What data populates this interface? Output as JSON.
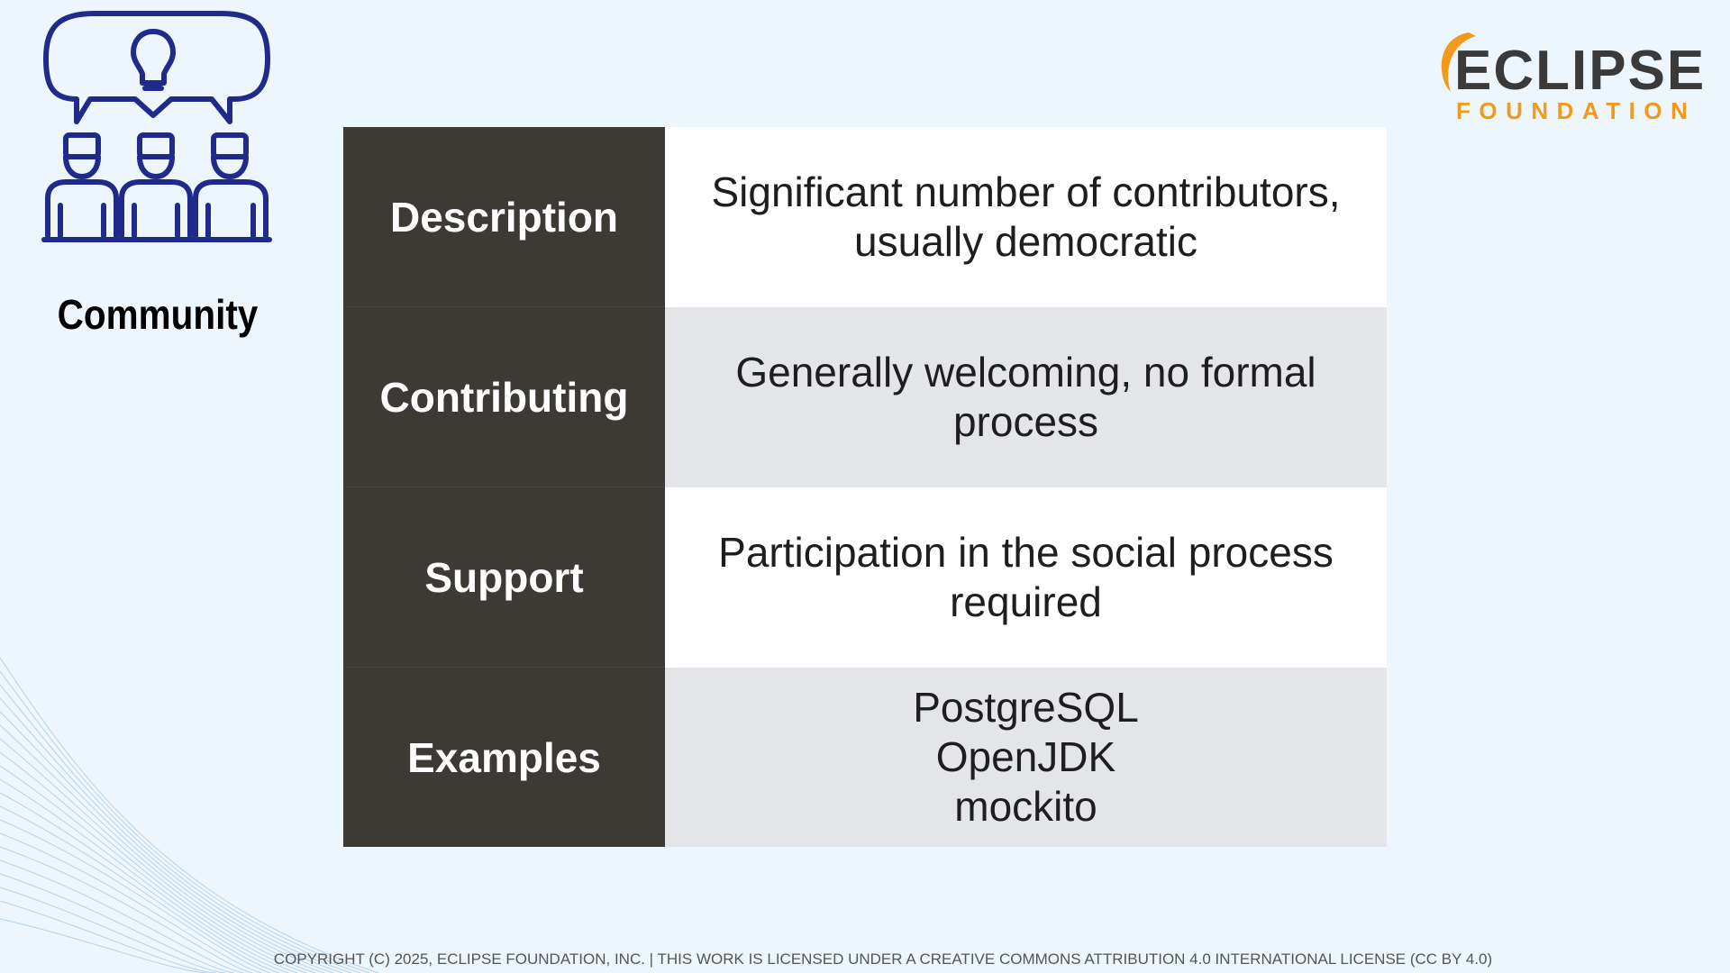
{
  "sidebar": {
    "icon": "community-icon",
    "label": "Community"
  },
  "logo": {
    "word": "ECLIPSE",
    "sub": "FOUNDATION",
    "colors": {
      "word": "#3a3a3a",
      "sub": "#f29a1e"
    }
  },
  "table": {
    "rows": [
      {
        "header": "Description",
        "value": "Significant number of contributors,\nusually democratic"
      },
      {
        "header": "Contributing",
        "value": "Generally welcoming, no formal\nprocess"
      },
      {
        "header": "Support",
        "value": "Participation in the social process\nrequired"
      },
      {
        "header": "Examples",
        "value": "PostgreSQL\nOpenJDK\nmockito"
      }
    ]
  },
  "footer": {
    "text": "COPYRIGHT (C) 2025, ECLIPSE FOUNDATION, INC. | THIS WORK IS LICENSED UNDER A CREATIVE COMMONS ATTRIBUTION 4.0 INTERNATIONAL LICENSE (CC BY 4.0)"
  },
  "colors": {
    "background": "#edf6fd",
    "header_cell": "#3d3a36",
    "row_grey": "#e4e5e9",
    "icon_stroke": "#1f2a8a"
  }
}
